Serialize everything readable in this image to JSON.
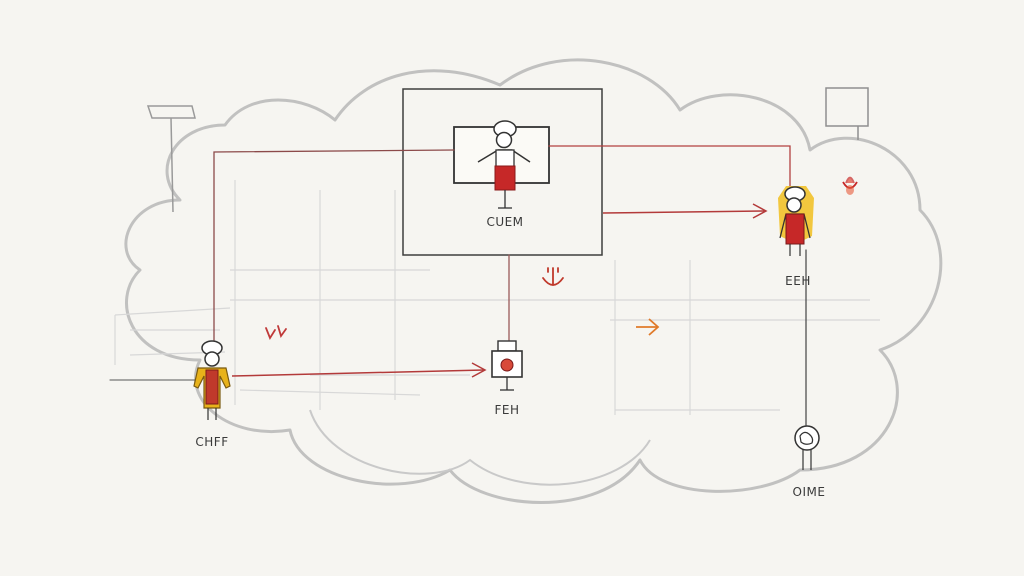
{
  "diagram": {
    "nodes": [
      {
        "id": "top-chef",
        "label": "CUEM"
      },
      {
        "id": "left-chef",
        "label": "CHFF"
      },
      {
        "id": "center-device",
        "label": "FEH"
      },
      {
        "id": "right-chef",
        "label": "EEH"
      },
      {
        "id": "bottom-right-device",
        "label": "OIME"
      }
    ],
    "colors": {
      "paper": "#f6f5f1",
      "pencil": "#8a8a8a",
      "ink": "#4a4a4a",
      "red_line": "#b33a3a",
      "figure_red": "#c62828",
      "figure_yellow": "#e8b21a",
      "orange_mark": "#e07a2a"
    }
  }
}
